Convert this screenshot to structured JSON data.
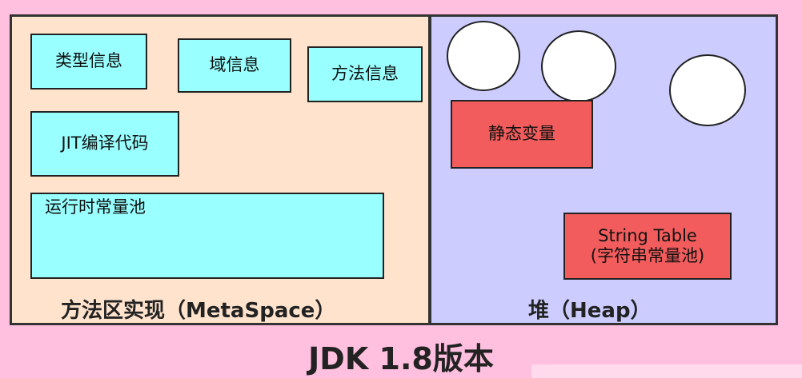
{
  "metaspace": {
    "title": "方法区实现（MetaSpace）",
    "type_info": "类型信息",
    "field_info": "域信息",
    "method_info": "方法信息",
    "jit_code": "JIT编译代码",
    "runtime_constant_pool": "运行时常量池"
  },
  "heap": {
    "title": "堆（Heap）",
    "static_vars": "静态变量",
    "string_table_line1": "String Table",
    "string_table_line2": "(字符串常量池)"
  },
  "caption": "JDK 1.8版本",
  "colors": {
    "background": "#ffbfdf",
    "metaspace_fill": "#ffe3cc",
    "heap_fill": "#ccccff",
    "cyan_box": "#99ffff",
    "red_box": "#f25c5c",
    "object_circle": "#ffffff"
  }
}
